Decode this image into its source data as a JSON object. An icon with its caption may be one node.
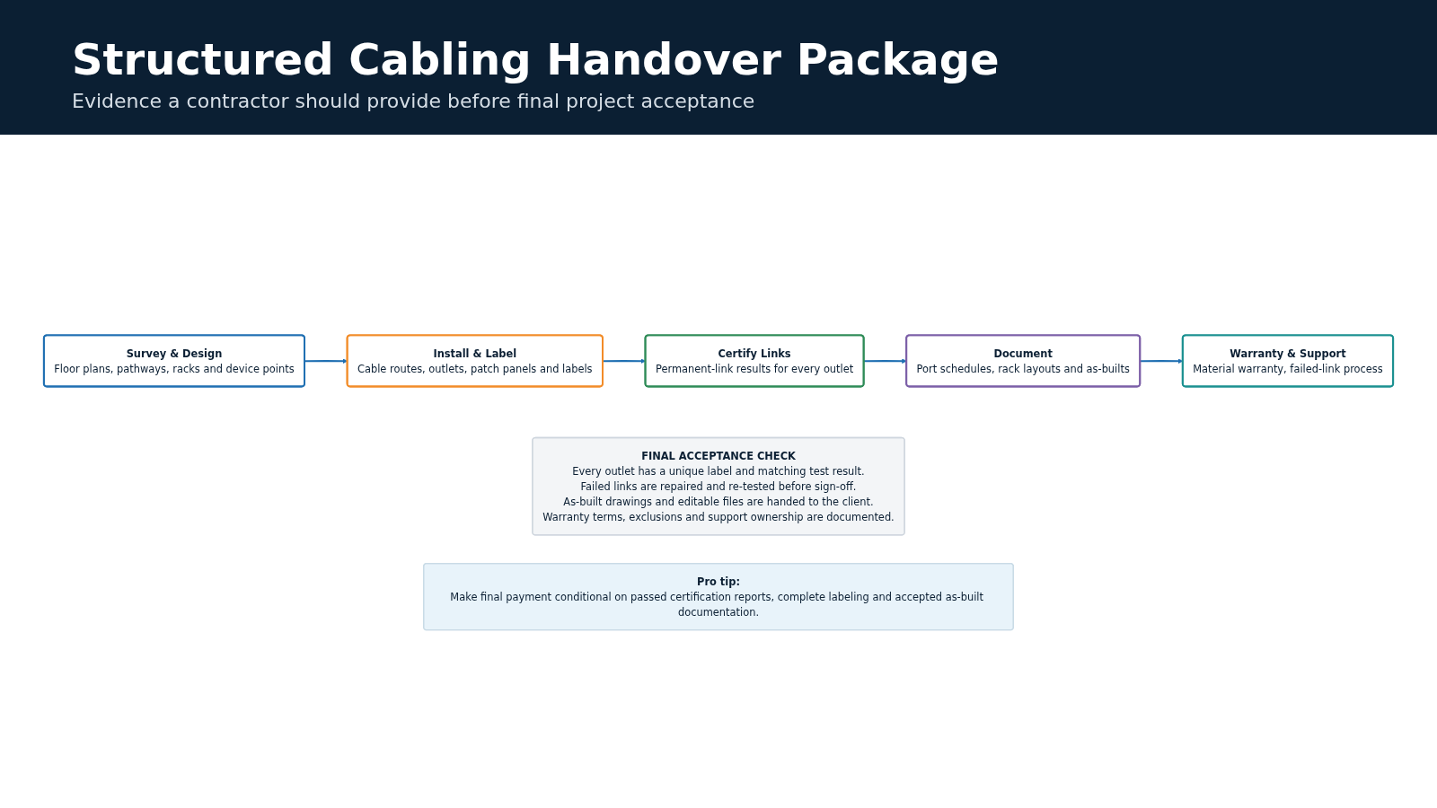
{
  "diagram": {
    "title": "Structured Cabling Handover Package",
    "nodes": [
      {
        "text": [
          "Survey & Design",
          "Floor plans, pathways, racks and device points"
        ]
      },
      {
        "text": [
          "Install & Label",
          "Cable routes, outlets, patch panels and labels"
        ]
      },
      {
        "text": [
          "Certify Links",
          "Permanent-link results for every outlet"
        ]
      },
      {
        "text": [
          "Document",
          "Port schedules, rack layouts and as-builts"
        ]
      },
      {
        "text": [
          "Warranty & Support",
          "Material warranty, failed-link process"
        ]
      },
      {
        "text": [
          "FINAL ACCEPTANCE CHECK",
          "Every outlet has a unique label and matching test result.",
          "Failed links are repaired and re-tested before sign-off.",
          "As-built drawings and editable files are handed to the client.",
          "Warranty terms, exclusions and support ownership are documented."
        ]
      },
      {
        "text": [
          "Pro tip:",
          "Make final payment conditional on passed certification reports, complete labeling and accepted as-built documentation."
        ]
      }
    ],
    "edges": [
      {
        "from": 0,
        "to": 1,
        "arrow": "to"
      },
      {
        "from": 1,
        "to": 2,
        "arrow": "to"
      },
      {
        "from": 2,
        "to": 3,
        "arrow": "to"
      },
      {
        "from": 3,
        "to": 4,
        "arrow": "to"
      }
    ],
    "labels": [
      "Evidence a contractor should provide before final project acceptance"
    ]
  }
}
